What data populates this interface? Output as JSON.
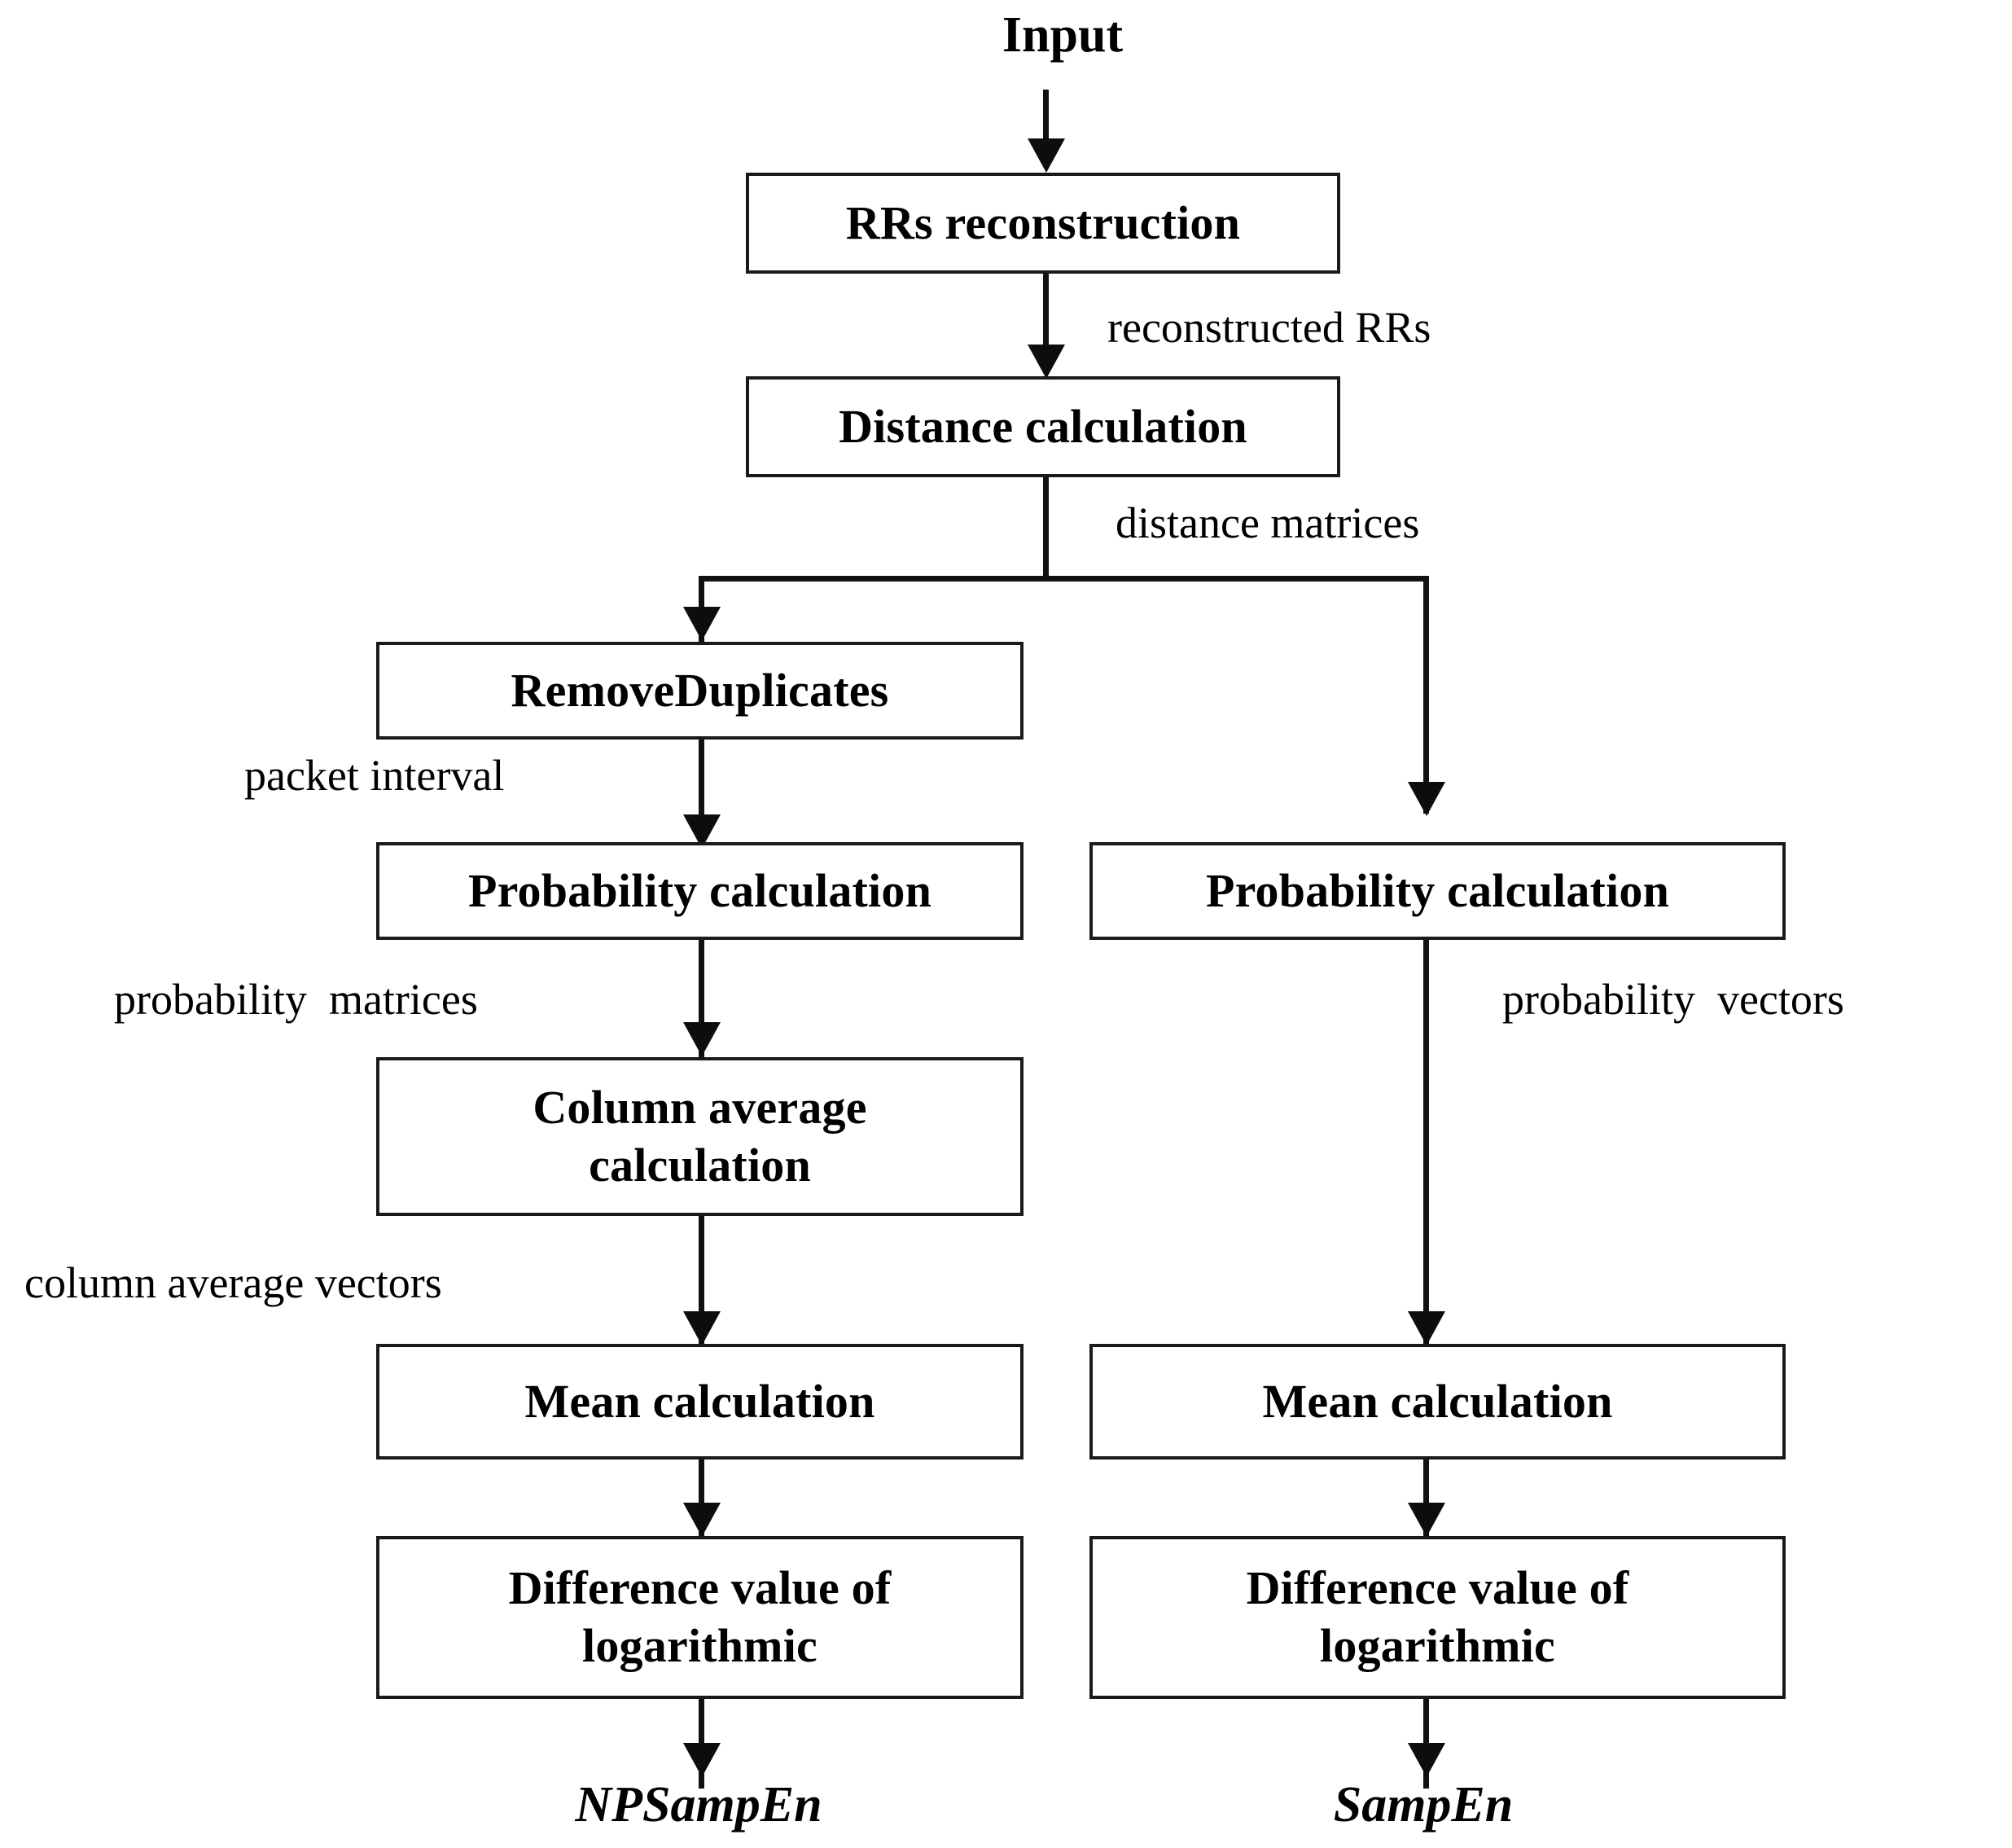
{
  "diagram": {
    "title_text": "Input",
    "nodes": [
      {
        "id": "rrs_reconstruction",
        "label": "RRs reconstruction"
      },
      {
        "id": "distance_calculation",
        "label": "Distance calculation"
      },
      {
        "id": "remove_duplicates",
        "label": "RemoveDuplicates"
      },
      {
        "id": "probability_calculation_left",
        "label": "Probability calculation"
      },
      {
        "id": "probability_calculation_right",
        "label": "Probability calculation"
      },
      {
        "id": "column_average_calculation",
        "label": "Column average\ncalculation"
      },
      {
        "id": "mean_calculation_left",
        "label": "Mean calculation"
      },
      {
        "id": "mean_calculation_right",
        "label": "Mean calculation"
      },
      {
        "id": "difference_value_left",
        "label": "Difference value of\nlogarithmic"
      },
      {
        "id": "difference_value_right",
        "label": "Difference value of\nlogarithmic"
      }
    ],
    "edge_labels": [
      {
        "id": "reconstructed_rrs",
        "text": "reconstructed RRs"
      },
      {
        "id": "distance_matrices",
        "text": "distance matrices"
      },
      {
        "id": "packet_interval",
        "text": "packet interval"
      },
      {
        "id": "probability_matrices",
        "text": "probability  matrices"
      },
      {
        "id": "probability_vectors",
        "text": "probability  vectors"
      },
      {
        "id": "column_average_vectors",
        "text": "column average vectors"
      }
    ],
    "terminals": [
      {
        "id": "input",
        "text": "Input"
      },
      {
        "id": "npsampen",
        "text": "NPSampEn"
      },
      {
        "id": "sampen",
        "text": "SampEn"
      }
    ],
    "colors": {
      "background": "#ffffff",
      "stroke": "#111111",
      "text": "#000000"
    }
  }
}
